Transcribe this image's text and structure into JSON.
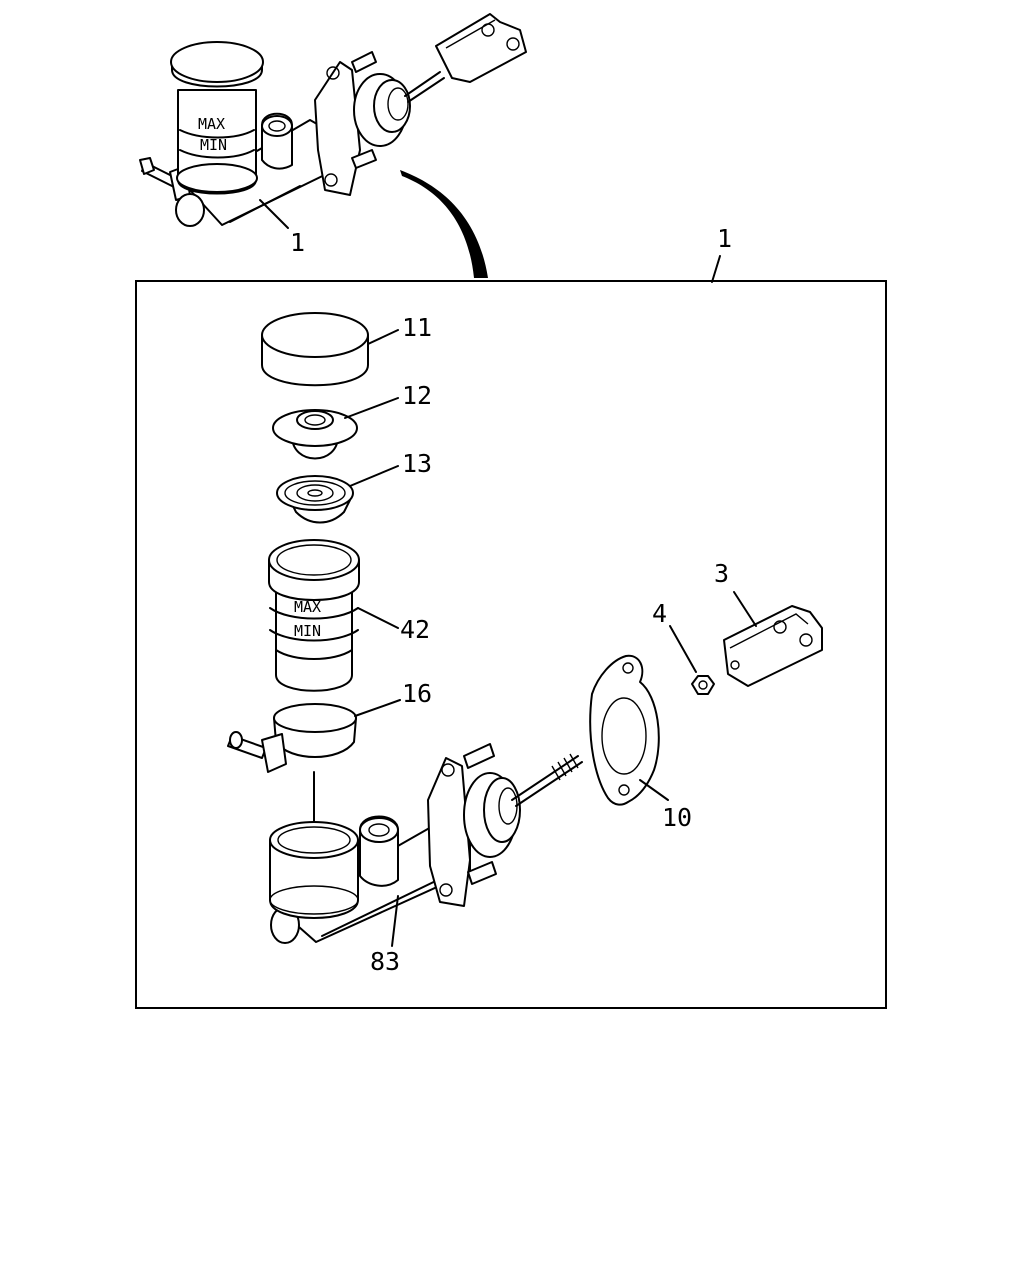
{
  "callouts": {
    "top_assembly": "1",
    "box_assembly": "1",
    "reservoir_cap": "11",
    "diaphragm_plate": "12",
    "diaphragm": "13",
    "reservoir": "42",
    "reservoir_band": "16",
    "cylinder_body": "83",
    "gasket": "10",
    "nut": "4",
    "clevis": "3"
  },
  "reservoir_markings": {
    "max": "MAX",
    "min": "MIN"
  }
}
